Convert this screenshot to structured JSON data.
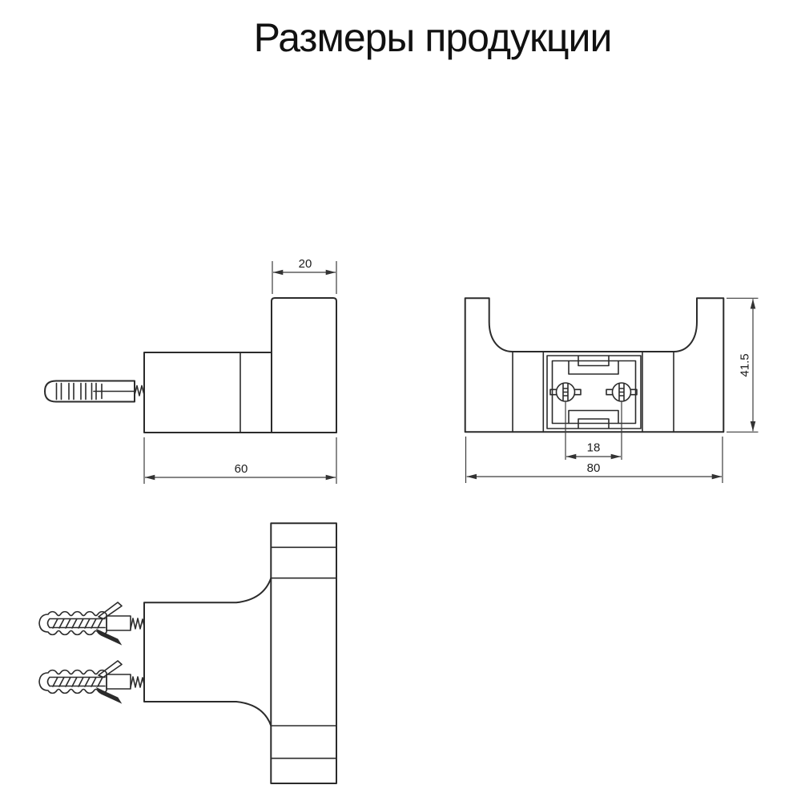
{
  "title": "Размеры продукции",
  "dimensions": {
    "side_view": {
      "hook_depth": "20",
      "base_length": "60"
    },
    "back_view": {
      "screw_spacing": "18",
      "overall_width": "80",
      "overall_height": "41.5"
    }
  },
  "colors": {
    "background": "#ffffff",
    "line": "#2b2b2b",
    "dimension_text": "#1d1d1d"
  }
}
